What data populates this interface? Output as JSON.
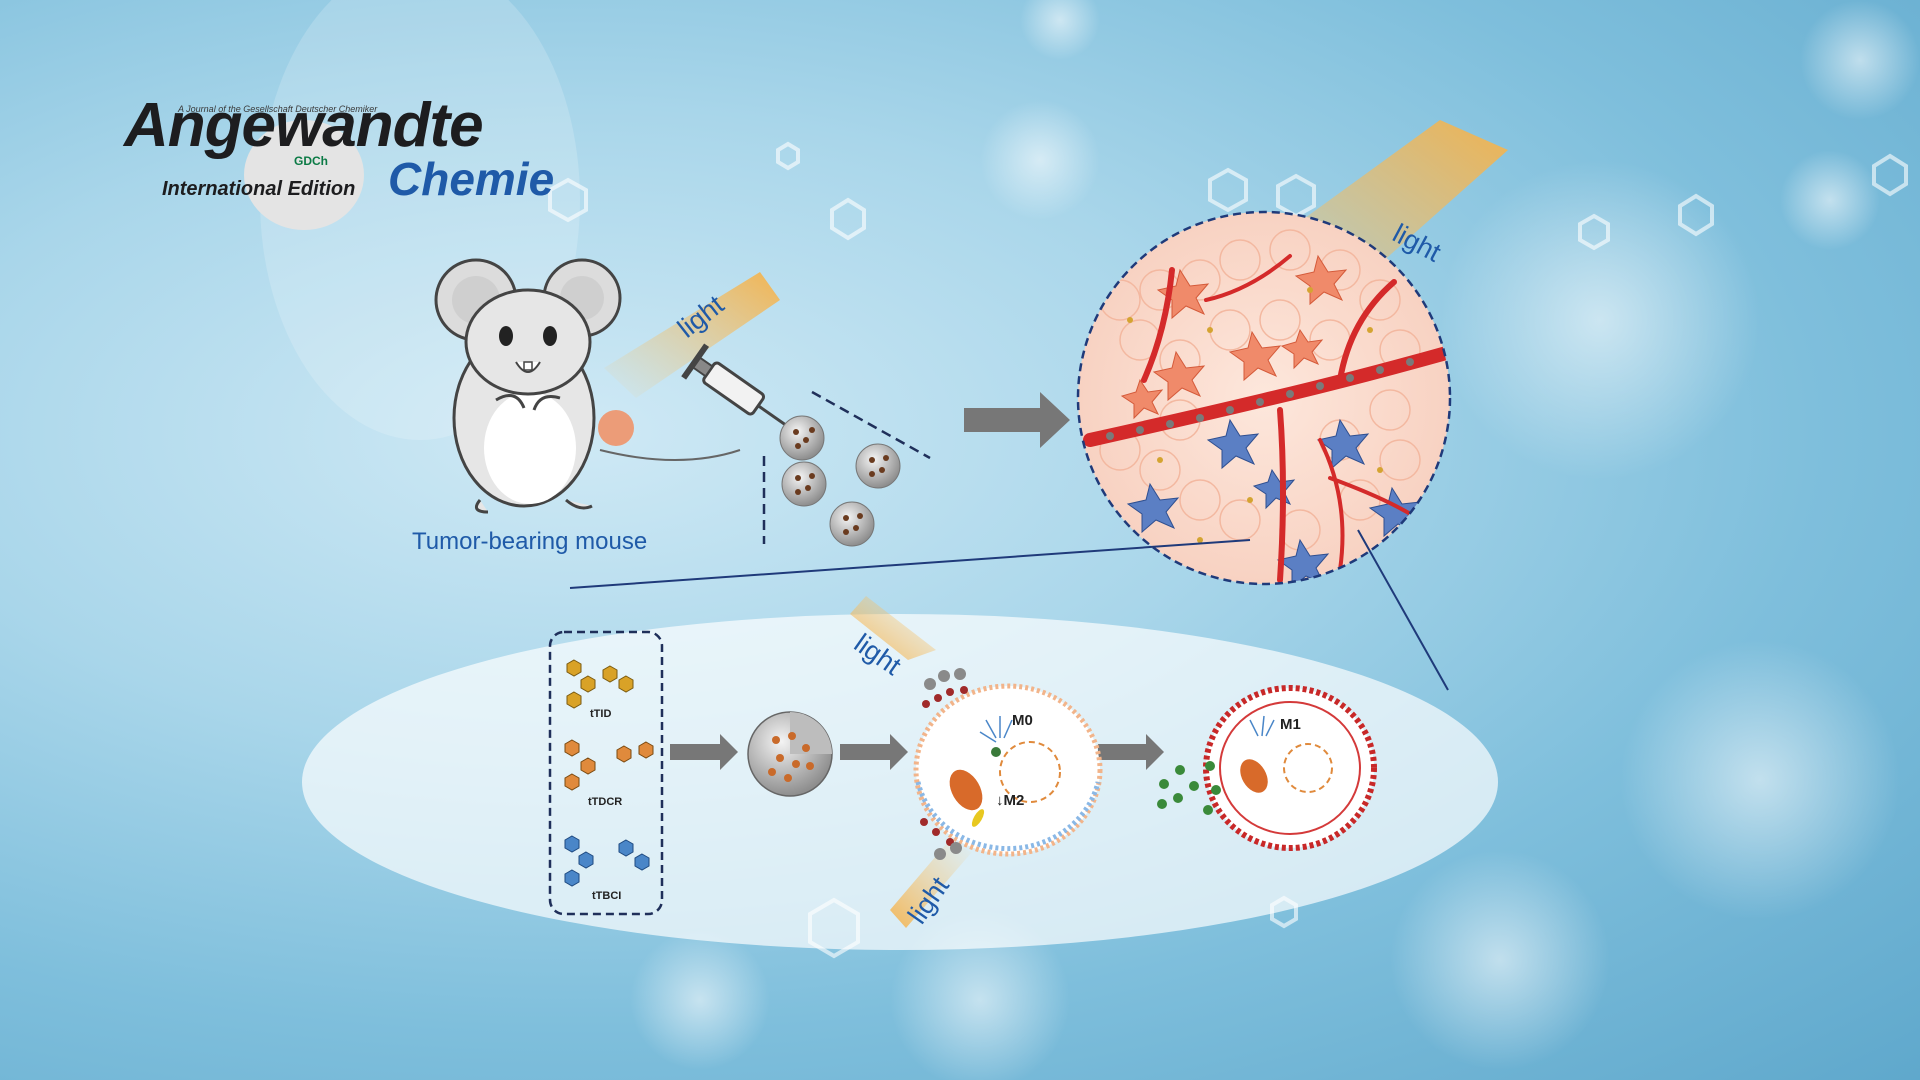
{
  "logo": {
    "main": "Angewandte",
    "tagline": "A Journal of the Gesellschaft Deutscher Chemiker",
    "emblem": "GDCh",
    "edition": "International Edition",
    "chemie": "Chemie"
  },
  "labels": {
    "mouse": "Tumor-bearing mouse",
    "light_mouse": "light",
    "light_tumor": "light",
    "light_cell_top": "light",
    "light_cell_bottom": "light"
  },
  "molecules": [
    {
      "name": "tTID",
      "color": "#d9a227"
    },
    {
      "name": "tTDCR",
      "color": "#e08a3c"
    },
    {
      "name": "tTBCI",
      "color": "#4a86c8"
    }
  ],
  "cells": {
    "m0": "M0",
    "m2": "M2",
    "m1": "M1"
  },
  "colors": {
    "label_blue": "#1f5aa8",
    "vessel_red": "#d42a2a",
    "tumor_orange": "#f08a6a",
    "tumor_blue": "#5b7fc4",
    "arrow_gray": "#777777",
    "light_beam": "#f7c878"
  }
}
